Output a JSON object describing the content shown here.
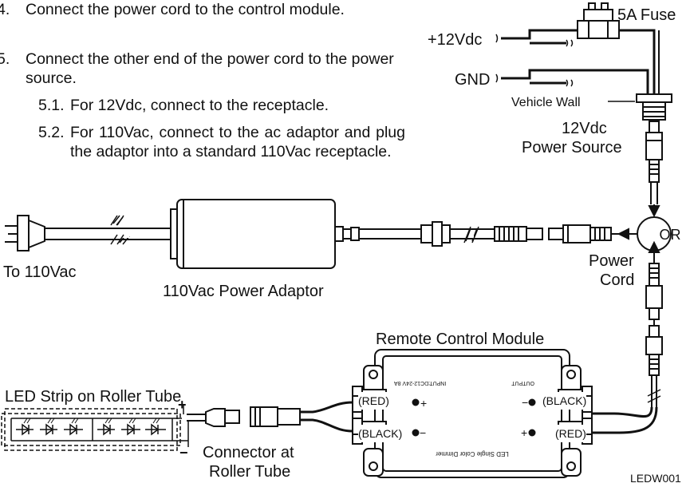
{
  "instructions": {
    "step4": {
      "num": "4.",
      "text": "Connect the power cord to the control module."
    },
    "step5": {
      "num": "5.",
      "text": "Connect the other end of the power cord to the power source."
    },
    "step5_1": {
      "num": "5.1.",
      "text": "For 12Vdc, connect to the receptacle."
    },
    "step5_2": {
      "num": "5.2.",
      "text": "For 110Vac, connect to the ac adaptor and plug the adaptor into a standard 110Vac receptacle."
    }
  },
  "labels": {
    "fuse": "5A Fuse",
    "plus12": "+12Vdc",
    "gnd": "GND",
    "vehicle_wall": "Vehicle Wall",
    "power_source_line1": "12Vdc",
    "power_source_line2": "Power Source",
    "or": "OR",
    "power_cord_line1": "Power",
    "power_cord_line2": "Cord",
    "to_110vac": "To 110Vac",
    "adaptor": "110Vac Power Adaptor",
    "remote_module": "Remote Control Module",
    "led_strip": "LED Strip on Roller Tube",
    "connector_line1": "Connector at",
    "connector_line2": "Roller Tube",
    "figure_id": "LEDW001"
  },
  "module": {
    "output": "OUTPUT",
    "input": "INPUT:DC12-24V  8A",
    "name": "LED Single Color Dimmer",
    "left_red": "(RED)",
    "left_black": "(BLACK)",
    "right_black": "(BLACK)",
    "right_red": "(RED)"
  },
  "strip_polarity": {
    "plus": "+",
    "minus": "−"
  }
}
